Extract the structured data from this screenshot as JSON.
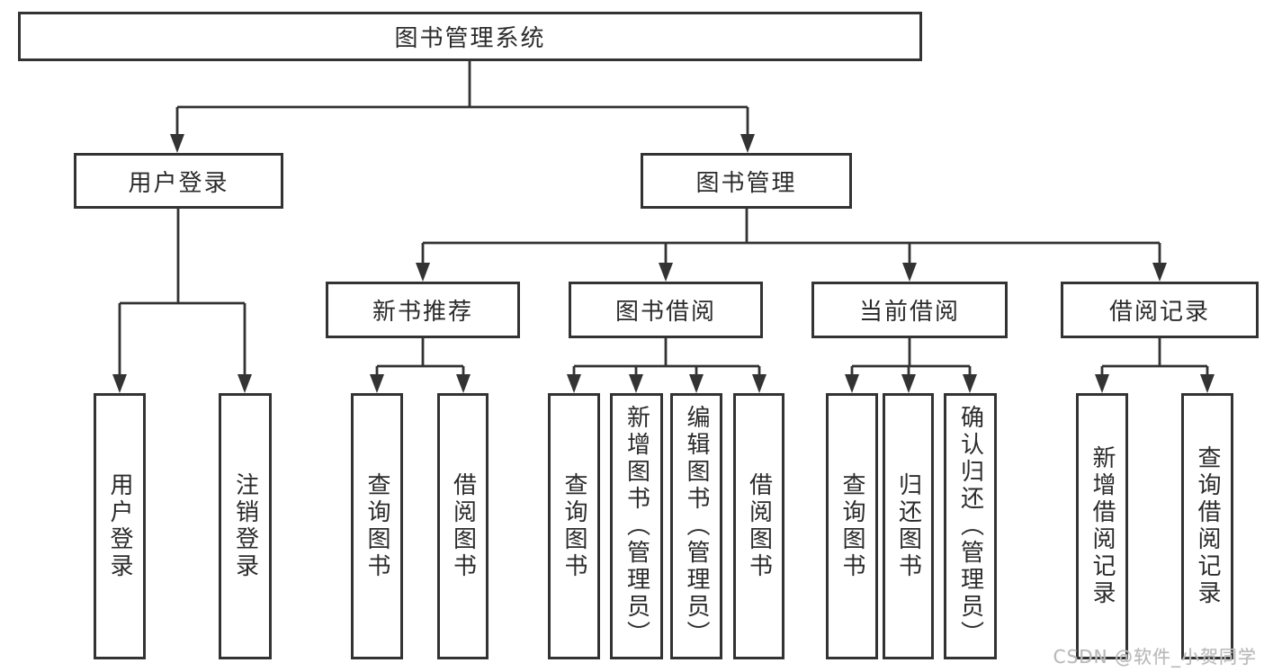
{
  "diagram_title": "图书管理系统",
  "watermark": "CSDN @软件_小贺同学",
  "colors": {
    "line": "#333333",
    "box_border": "#333333",
    "box_background": "#ffffff",
    "text": "#2b2b2b",
    "watermark": "#b9b9b9"
  },
  "nodes": {
    "root": {
      "label": "图书管理系统"
    },
    "user_login": {
      "label": "用户登录"
    },
    "book_management": {
      "label": "图书管理"
    },
    "new_book_recommend": {
      "label": "新书推荐"
    },
    "book_borrow": {
      "label": "图书借阅"
    },
    "current_borrow": {
      "label": "当前借阅"
    },
    "borrow_records": {
      "label": "借阅记录"
    },
    "leaf_user_login": {
      "label": "用户登录"
    },
    "leaf_logout": {
      "label": "注销登录"
    },
    "leaf_recommend_query_book": {
      "label": "查询图书"
    },
    "leaf_recommend_borrow_book": {
      "label": "借阅图书"
    },
    "leaf_borrow_query_book": {
      "label": "查询图书"
    },
    "leaf_borrow_add_book": {
      "label": "新增图书（管理员）"
    },
    "leaf_borrow_edit_book": {
      "label": "编辑图书（管理员）"
    },
    "leaf_borrow_borrow_book": {
      "label": "借阅图书"
    },
    "leaf_current_query_book": {
      "label": "查询图书"
    },
    "leaf_current_return_book": {
      "label": "归还图书"
    },
    "leaf_current_confirm_return": {
      "label": "确认归还（管理员）"
    },
    "leaf_records_add_record": {
      "label": "新增借阅记录"
    },
    "leaf_records_query_record": {
      "label": "查询借阅记录"
    }
  },
  "hierarchy": {
    "图书管理系统": {
      "用户登录": [
        "用户登录",
        "注销登录"
      ],
      "图书管理": {
        "新书推荐": [
          "查询图书",
          "借阅图书"
        ],
        "图书借阅": [
          "查询图书",
          "新增图书（管理员）",
          "编辑图书（管理员）",
          "借阅图书"
        ],
        "当前借阅": [
          "查询图书",
          "归还图书",
          "确认归还（管理员）"
        ],
        "借阅记录": [
          "新增借阅记录",
          "查询借阅记录"
        ]
      }
    }
  }
}
